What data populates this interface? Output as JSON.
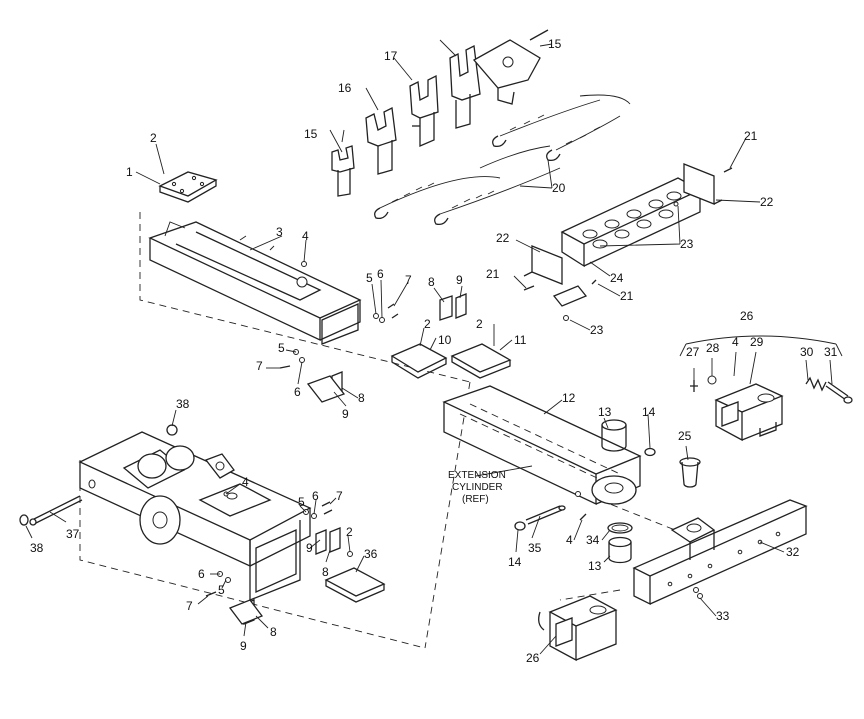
{
  "callouts": {
    "c1": "1",
    "c2a": "2",
    "c3": "3",
    "c4a": "4",
    "c5a": "5",
    "c6a": "6",
    "c7a": "7",
    "c8a": "8",
    "c9a": "9",
    "c5b": "5",
    "c7b": "7",
    "c6b": "6",
    "c9b": "9",
    "c8b": "8",
    "c2b": "2",
    "c10": "10",
    "c2c": "2",
    "c11": "11",
    "c12": "12",
    "c13a": "13",
    "c14a": "14",
    "c15a": "15",
    "c15b": "15",
    "c16": "16",
    "c17": "17",
    "c20": "20",
    "c21a": "21",
    "c22a": "22",
    "c22b": "22",
    "c23a": "23",
    "c24": "24",
    "c21b": "21",
    "c21c": "21",
    "c23b": "23",
    "c25": "25",
    "c26a": "26",
    "c27": "27",
    "c28": "28",
    "c4b": "4",
    "c29": "29",
    "c30": "30",
    "c31": "31",
    "c32": "32",
    "c33": "33",
    "c34": "34",
    "c13b": "13",
    "c35": "35",
    "c4c": "4",
    "c14b": "14",
    "c26b": "26",
    "c38a": "38",
    "c4d": "4",
    "c37": "37",
    "c38b": "38",
    "c5c": "5",
    "c6c": "6",
    "c7c": "7",
    "c9c": "9",
    "c8c": "8",
    "c2d": "2",
    "c36": "36",
    "c6d": "6",
    "c7d": "7",
    "c5d": "5",
    "c9d": "9",
    "c8d": "8"
  },
  "note": {
    "line1": "EXTENSION",
    "line2": "CYLINDER",
    "line3": "(REF)"
  }
}
